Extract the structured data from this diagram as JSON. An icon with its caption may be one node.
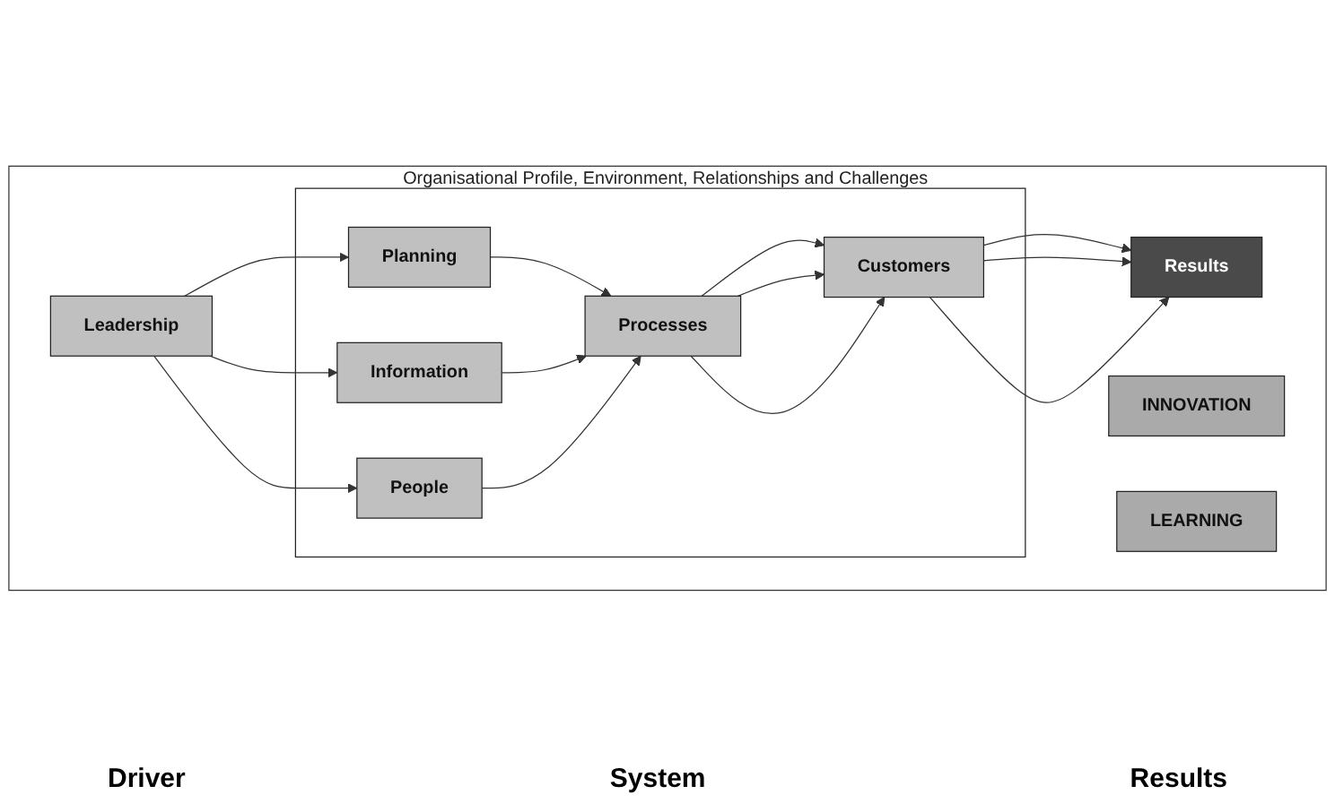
{
  "diagram": {
    "nodes": [
      {
        "text": [
          "Organisational Profile, Environment, Relationships and Challenges"
        ]
      },
      {
        "text": [
          "INNOVATION"
        ],
        "in": 0
      },
      {
        "text": [
          "Leadership"
        ],
        "in": 0
      },
      {
        "text": [],
        "shape": "box",
        "in": 0
      },
      {
        "text": [
          "Planning"
        ],
        "in": 3
      },
      {
        "text": [
          "Information"
        ],
        "in": 3
      },
      {
        "text": [
          "People"
        ],
        "in": 3
      },
      {
        "text": [
          "Processes"
        ],
        "in": 3
      },
      {
        "text": [
          "Customers"
        ],
        "in": 3
      },
      {
        "text": [
          "Results"
        ],
        "in": 0
      },
      {
        "text": [
          "LEARNING"
        ],
        "in": 0
      }
    ],
    "edges": [
      {
        "from": 2,
        "to": 4,
        "arrow": "to"
      },
      {
        "from": 2,
        "to": 5,
        "arrow": "to"
      },
      {
        "from": 2,
        "to": 6,
        "arrow": "to"
      },
      {
        "from": 4,
        "to": 7,
        "arrow": "to"
      },
      {
        "from": 5,
        "to": 7,
        "arrow": "to"
      },
      {
        "from": 6,
        "to": 7,
        "arrow": "to"
      },
      {
        "from": 7,
        "to": 8,
        "arrow": "to"
      },
      {
        "from": 7,
        "to": 8,
        "arrow": "to"
      },
      {
        "from": 7,
        "to": 8,
        "arrow": "to"
      },
      {
        "from": 8,
        "to": 9,
        "arrow": "to"
      },
      {
        "from": 8,
        "to": 9,
        "arrow": "to"
      },
      {
        "from": 8,
        "to": 9,
        "arrow": "to"
      }
    ],
    "labels": [
      "Driver",
      "System",
      "Results"
    ]
  }
}
